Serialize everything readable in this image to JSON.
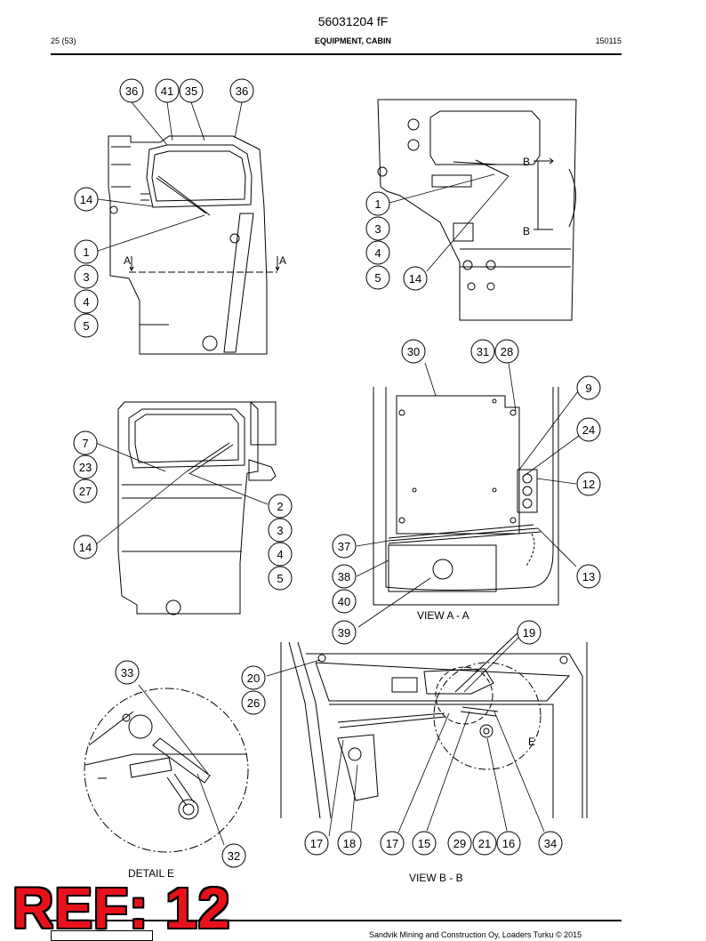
{
  "header": {
    "doc_number": "56031204 fF",
    "page_number": "25 (53)",
    "section_title": "EQUIPMENT, CABIN",
    "date": "150115"
  },
  "views": {
    "section_a": "A",
    "section_b": "B",
    "view_a_caption": "VIEW A - A",
    "view_b_caption": "VIEW B - B",
    "detail_e_caption": "DETAIL E",
    "detail_e_mark": "E"
  },
  "balloons": {
    "v1": [
      "36",
      "41",
      "35",
      "36",
      "14",
      "1",
      "3",
      "4",
      "5"
    ],
    "v2": [
      "1",
      "3",
      "4",
      "5",
      "14"
    ],
    "v3": [
      "7",
      "23",
      "27",
      "14",
      "2",
      "3",
      "4",
      "5"
    ],
    "v4": [
      "30",
      "31",
      "28",
      "9",
      "24",
      "12",
      "37",
      "38",
      "40",
      "39",
      "13"
    ],
    "v5": [
      "33",
      "32"
    ],
    "v6": [
      "19",
      "20",
      "26",
      "17",
      "18",
      "17",
      "15",
      "29",
      "21",
      "16",
      "34"
    ]
  },
  "footer": {
    "copyright": "Sandvik Mining and Construction Oy, Loaders Turku © 2015",
    "ref_label": "REF: 12"
  }
}
